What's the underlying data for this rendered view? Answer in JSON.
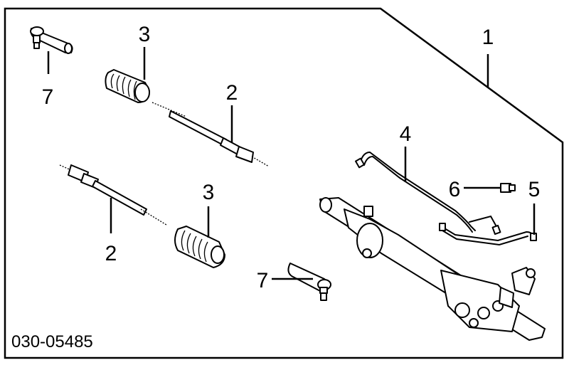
{
  "diagram_code": "030-05485",
  "callouts": {
    "rack_assembly": "1",
    "tie_rod_upper": "2",
    "tie_rod_lower": "2",
    "boot_upper": "3",
    "boot_lower": "3",
    "pressure_line": "4",
    "return_line": "5",
    "banjo_bolt": "6",
    "tie_rod_end_upper": "7",
    "tie_rod_end_lower": "7"
  }
}
